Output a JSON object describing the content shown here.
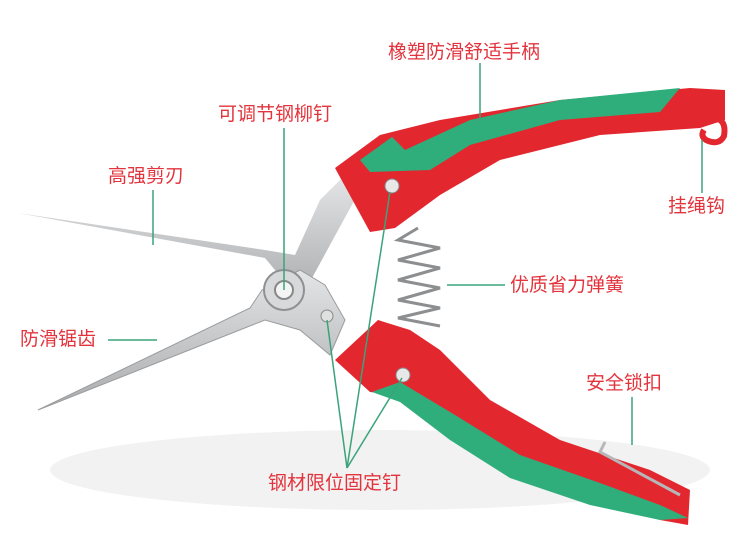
{
  "labels": {
    "handle": "橡塑防滑舒适手柄",
    "rivet": "可调节钢柳钉",
    "blade": "高强剪刃",
    "hook": "挂绳钩",
    "spring": "优质省力弹簧",
    "serration": "防滑锯齿",
    "lock": "安全锁扣",
    "pins": "钢材限位固定钉"
  },
  "colors": {
    "label": "#e3343d",
    "leader": "#3aa37a",
    "handle_red": "#e3272f",
    "handle_green": "#2fae7c",
    "steel": "#c9cbcd"
  }
}
